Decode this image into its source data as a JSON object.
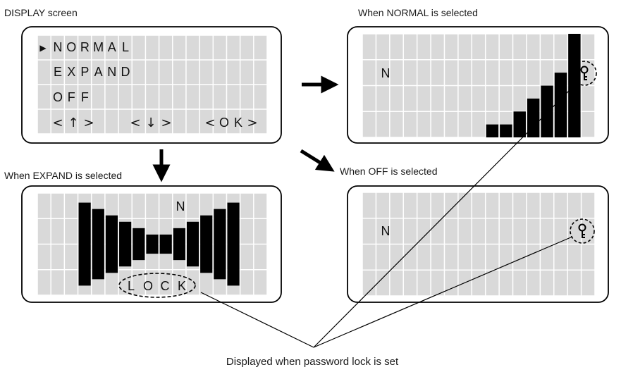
{
  "captions": {
    "display_screen": "DISPLAY screen",
    "normal_selected": "When NORMAL is selected",
    "expand_selected": "When EXPAND is selected",
    "off_selected": "When OFF is selected",
    "password_lock": "Displayed when password lock is set"
  },
  "menu_screen": {
    "cursor": "▶",
    "rows": [
      "NORMAL",
      "EXPAND",
      "OFF"
    ],
    "buttons": [
      "<↑>",
      "<↓>",
      "<OK>"
    ]
  },
  "normal_screen": {
    "indicator": "N",
    "bar_levels": [
      0,
      0,
      0,
      0,
      0,
      0,
      0,
      0,
      0,
      1,
      1,
      2,
      3,
      4,
      5,
      8,
      0
    ],
    "key_icon": "key-icon"
  },
  "expand_screen": {
    "indicator": "N",
    "lock_text": "LOCK",
    "bar_levels": [
      0,
      0,
      0,
      6.5,
      5.5,
      4.5,
      3.5,
      2.5,
      1.5,
      1.5,
      2.5,
      3.5,
      4.5,
      5.5,
      6.5,
      0,
      0
    ]
  },
  "off_screen": {
    "indicator": "N",
    "key_icon": "key-icon"
  },
  "colors": {
    "lcd_cell": "#d9d9d9",
    "ink": "#000000",
    "frame": "#000000"
  }
}
